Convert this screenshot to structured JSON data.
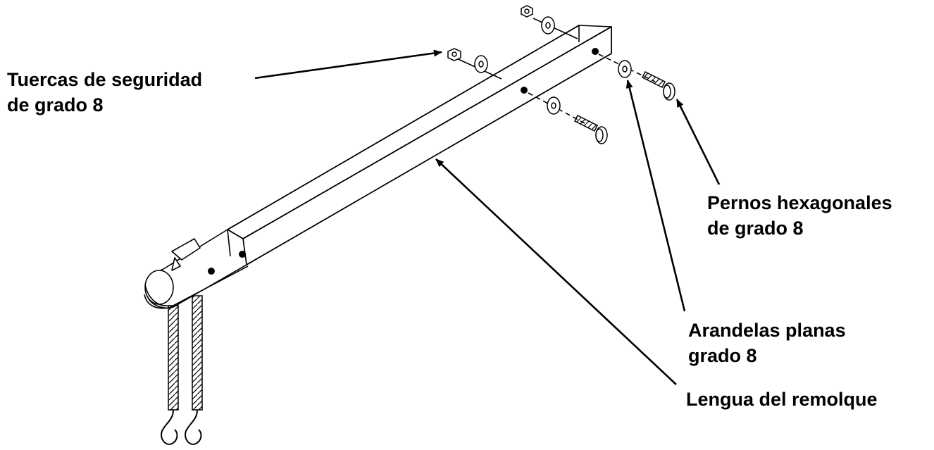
{
  "labels": {
    "lock_nuts": {
      "line1": "Tuercas de seguridad",
      "line2": "de grado 8"
    },
    "hex_bolts": {
      "line1": "Pernos hexagonales",
      "line2": "de grado 8"
    },
    "flat_washers": {
      "line1": "Arandelas planas",
      "line2": "grado 8"
    },
    "trailer_tongue": {
      "line1": "Lengua del remolque"
    }
  },
  "colors": {
    "ink": "#000000",
    "background": "#ffffff"
  }
}
